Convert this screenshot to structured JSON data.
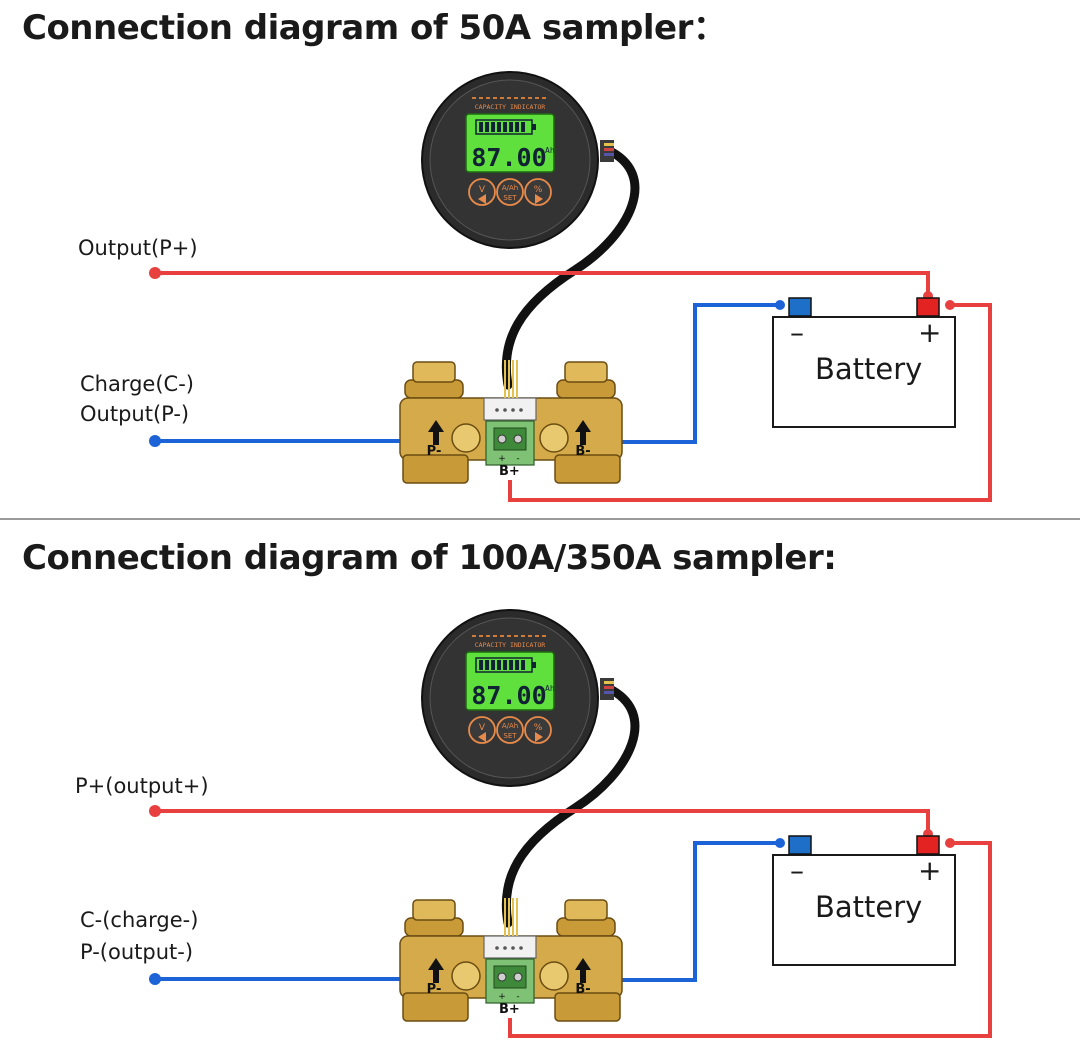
{
  "diagrams": [
    {
      "title": "Connection diagram of 50A sampler：",
      "labels": {
        "output_p_plus": "Output(P+)",
        "negative_line_1": "Charge(C-)",
        "negative_line_2": "Output(P-)"
      },
      "battery": {
        "label": "Battery",
        "minus": "–",
        "plus": "+"
      },
      "shunt": {
        "terminal_left": "P-",
        "terminal_right": "B-",
        "b_plus": "B+",
        "mini_plus": "+",
        "mini_minus": "-"
      },
      "meter": {
        "header": "CAPACITY INDICATOR",
        "reading": "87.00",
        "unit": "Ah",
        "btn_left_top": "V",
        "btn_mid_top": "A/Ah",
        "btn_mid_bottom": "SET",
        "btn_right_top": "%"
      }
    },
    {
      "title": "Connection diagram of 100A/350A sampler:",
      "labels": {
        "output_p_plus": "P+(output+)",
        "negative_line_1": "C-(charge-)",
        "negative_line_2": "P-(output-)"
      },
      "battery": {
        "label": "Battery",
        "minus": "–",
        "plus": "+"
      },
      "shunt": {
        "terminal_left": "P-",
        "terminal_right": "B-",
        "b_plus": "B+",
        "mini_plus": "+",
        "mini_minus": "-"
      },
      "meter": {
        "header": "CAPACITY INDICATOR",
        "reading": "87.00",
        "unit": "Ah",
        "btn_left_top": "V",
        "btn_mid_top": "A/Ah",
        "btn_mid_bottom": "SET",
        "btn_right_top": "%"
      }
    }
  ],
  "colors": {
    "positive_wire": "#e8403f",
    "negative_wire": "#1d63d8",
    "lcd": "#5fe03c",
    "brass": "#d4aa4a",
    "meter_body": "#2b2b2b",
    "terminal_red": "#e32222",
    "terminal_blue": "#1e6fc8"
  }
}
